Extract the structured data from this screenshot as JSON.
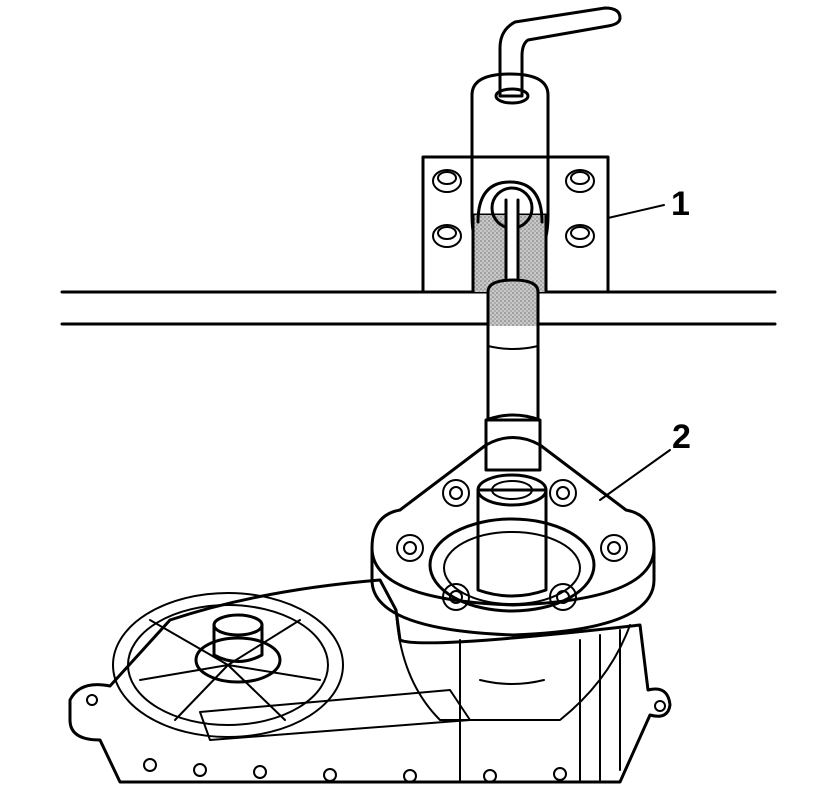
{
  "callouts": [
    {
      "label": "1"
    },
    {
      "label": "2"
    }
  ],
  "colors": {
    "line": "#000000",
    "tool_fill": "stipple-gray",
    "background": "#ffffff"
  }
}
